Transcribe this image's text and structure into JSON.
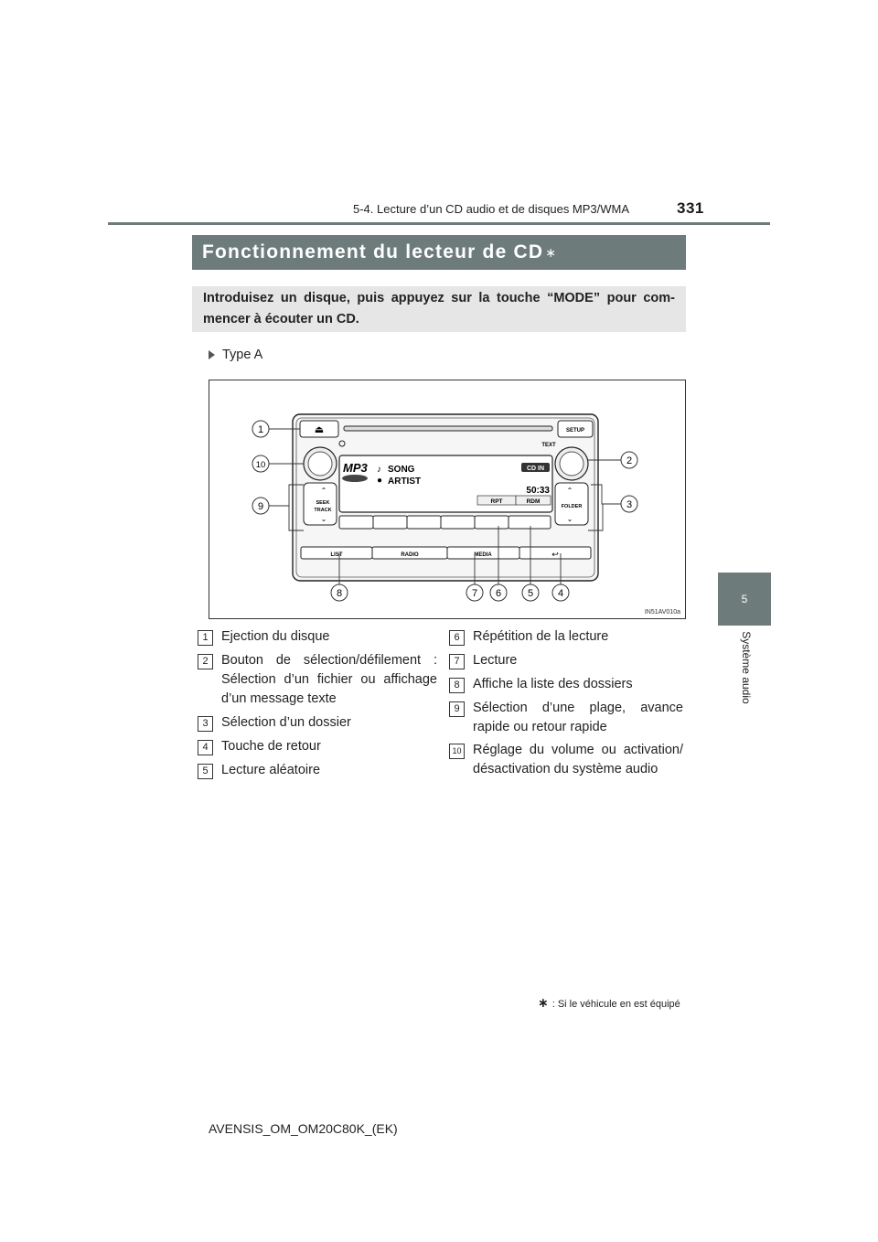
{
  "header": {
    "page_number": "331",
    "section": "5-4. Lecture d’un CD audio et de disques MP3/WMA"
  },
  "side_tab": {
    "chapter_number": "5",
    "chapter_label": "Système audio"
  },
  "title": {
    "text": "Fonctionnement du lecteur de CD",
    "marker": "∗"
  },
  "intro": "Introduisez un disque, puis appuyez sur la touche “MODE” pour com-mencer à écouter un CD.",
  "type_label": "Type A",
  "figure": {
    "display": {
      "format": "MP3",
      "song": "SONG",
      "artist": "ARTIST",
      "source_badge": "CD IN",
      "time": "50:33",
      "rpt": "RPT",
      "rdm": "RDM",
      "text_label": "TEXT"
    },
    "buttons": {
      "setup": "SETUP",
      "seek": "SEEK",
      "track": "TRACK",
      "folder": "FOLDER",
      "list": "LIST",
      "radio": "RADIO",
      "media": "MEDIA",
      "eject_symbol": "⏏",
      "back_symbol": "↩"
    },
    "callouts": [
      "1",
      "2",
      "3",
      "4",
      "5",
      "6",
      "7",
      "8",
      "9",
      "10"
    ],
    "code": "IN51AV010a"
  },
  "items_left": [
    {
      "num": "1",
      "text": "Ejection du disque"
    },
    {
      "num": "2",
      "text": "Bouton de sélection/défilement : Sélection d’un fichier ou affichage d’un message texte"
    },
    {
      "num": "3",
      "text": "Sélection d’un dossier"
    },
    {
      "num": "4",
      "text": "Touche de retour"
    },
    {
      "num": "5",
      "text": "Lecture aléatoire"
    }
  ],
  "items_right": [
    {
      "num": "6",
      "text": "Répétition de la lecture"
    },
    {
      "num": "7",
      "text": "Lecture"
    },
    {
      "num": "8",
      "text": "Affiche la liste des dossiers"
    },
    {
      "num": "9",
      "text": "Sélection d’une plage, avance rapide ou retour rapide"
    },
    {
      "num": "10",
      "text": "Réglage du volume ou activation/ désactivation du système audio"
    }
  ],
  "footnote": {
    "marker": "∗",
    "text": ": Si le véhicule en est équipé"
  },
  "footer_id": "AVENSIS_OM_OM20C80K_(EK)"
}
